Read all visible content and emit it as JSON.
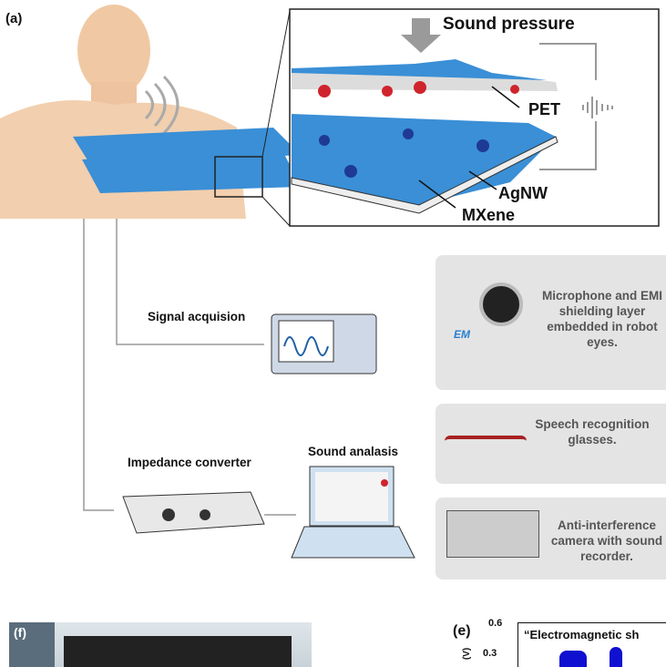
{
  "panel_a": {
    "label": "(a)",
    "sound_pressure": "Sound pressure",
    "pet": "PET",
    "agnw": "AgNW",
    "mxene": "MXene"
  },
  "flow": {
    "signal_acquisition": "Signal acquision",
    "impedance_converter": "Impedance converter",
    "sound_analysis": "Sound analasis"
  },
  "apps": [
    {
      "text": "Microphone and EMI shielding layer embedded in robot eyes.",
      "tag": "EM"
    },
    {
      "text": "Speech recognition glasses."
    },
    {
      "text": "Anti-interference camera with sound recorder."
    }
  ],
  "panel_f": {
    "label": "(f)"
  },
  "panel_e": {
    "label": "(e)",
    "title": "“Electromagnetic sh",
    "ylabel": "(V)",
    "yticks": [
      "0.6",
      "0.3"
    ]
  },
  "colors": {
    "film": "#3a8fd6",
    "positive": "#d0242c",
    "negative": "#1f3a93",
    "arrow": "#9a9a9a"
  }
}
